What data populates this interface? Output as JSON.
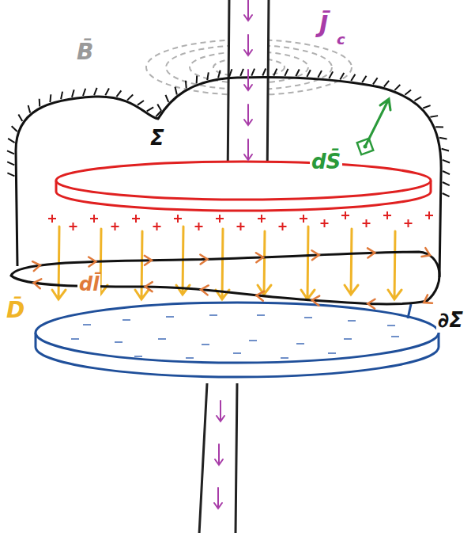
{
  "diagram": {
    "labels": [
      "J̄",
      "c",
      "B̄",
      "Σ",
      "dS̄",
      "D̄",
      "dl̄",
      "∂Σ"
    ]
  }
}
